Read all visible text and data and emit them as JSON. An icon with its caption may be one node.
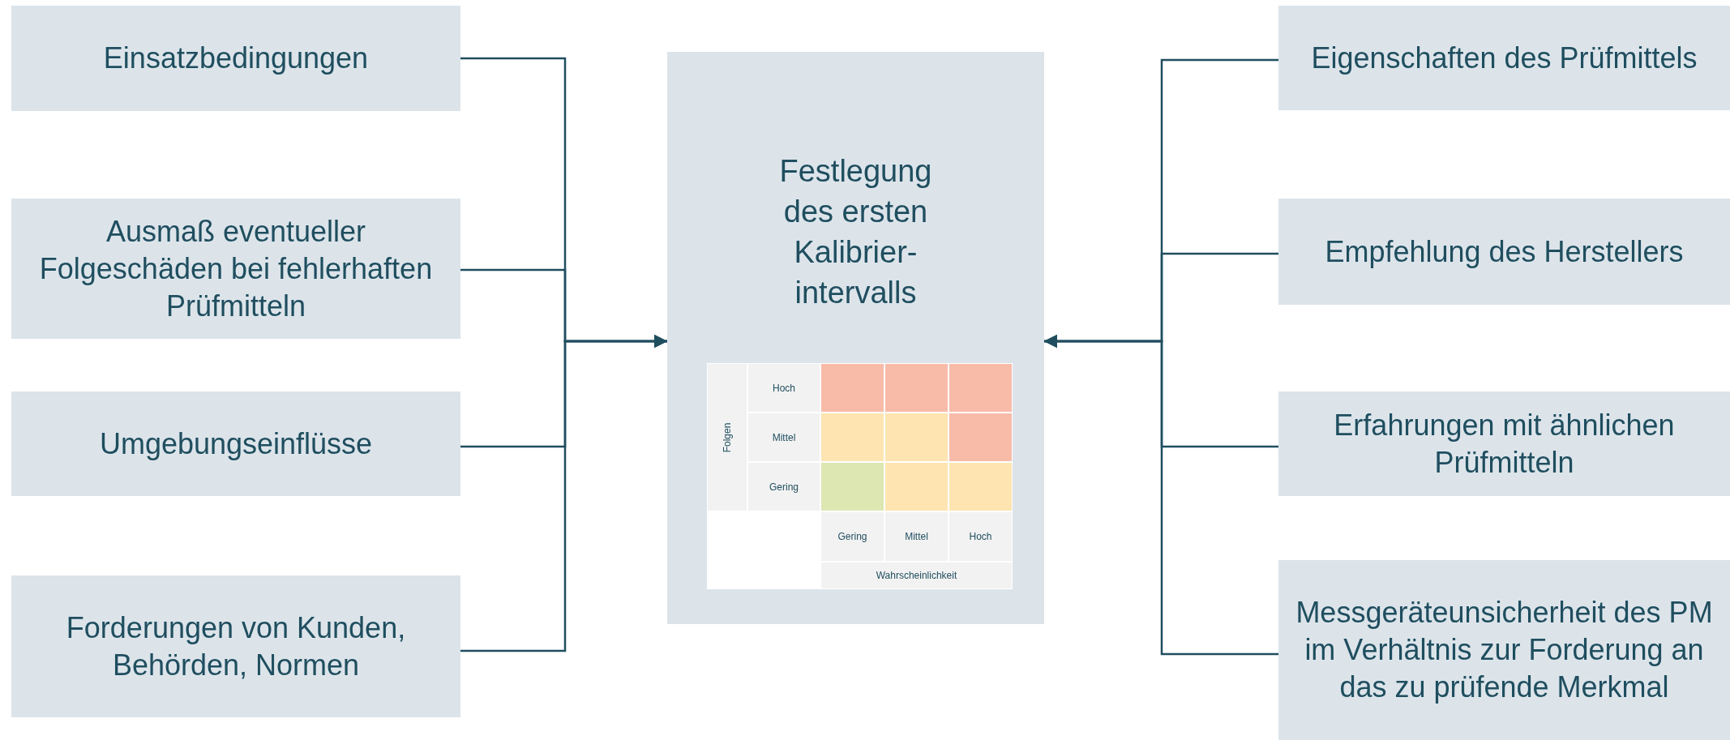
{
  "diagram": {
    "nodes": [
      {
        "text": [
          "Einsatzbedingungen"
        ]
      },
      {
        "text": [
          "Ausmaß eventueller Folgeschäden bei fehlerhaften Prüfmitteln"
        ]
      },
      {
        "text": [
          "Umgebungseinflüsse"
        ]
      },
      {
        "text": [
          "Forderungen von Kunden, Behörden, Normen"
        ]
      },
      {
        "text": [
          "Festlegung des ersten Kalibrier- intervalls"
        ]
      },
      {
        "text": [
          "Eigenschaften des Prüfmittels"
        ]
      },
      {
        "text": [
          "Empfehlung des Herstellers"
        ]
      },
      {
        "text": [
          "Erfahrungen mit ähnlichen Prüfmitteln"
        ]
      },
      {
        "text": [
          "Messgeräteunsicherheit des PM im Verhältnis zur Forderung an das zu prüfende Merkmal"
        ]
      }
    ],
    "edges": [
      {
        "from": 0,
        "to": 4,
        "arrow": "to"
      },
      {
        "from": 1,
        "to": 4,
        "arrow": "to"
      },
      {
        "from": 2,
        "to": 4,
        "arrow": "to"
      },
      {
        "from": 3,
        "to": 4,
        "arrow": "to"
      },
      {
        "from": 5,
        "to": 4,
        "arrow": "to"
      },
      {
        "from": 6,
        "to": 4,
        "arrow": "to"
      },
      {
        "from": 7,
        "to": 4,
        "arrow": "to"
      },
      {
        "from": 8,
        "to": 4,
        "arrow": "to"
      }
    ],
    "labels": [
      "Folgen",
      "Hoch",
      "Mittel",
      "Gering",
      "Gering",
      "Mittel",
      "Hoch",
      "Wahrscheinlichkeit"
    ]
  }
}
